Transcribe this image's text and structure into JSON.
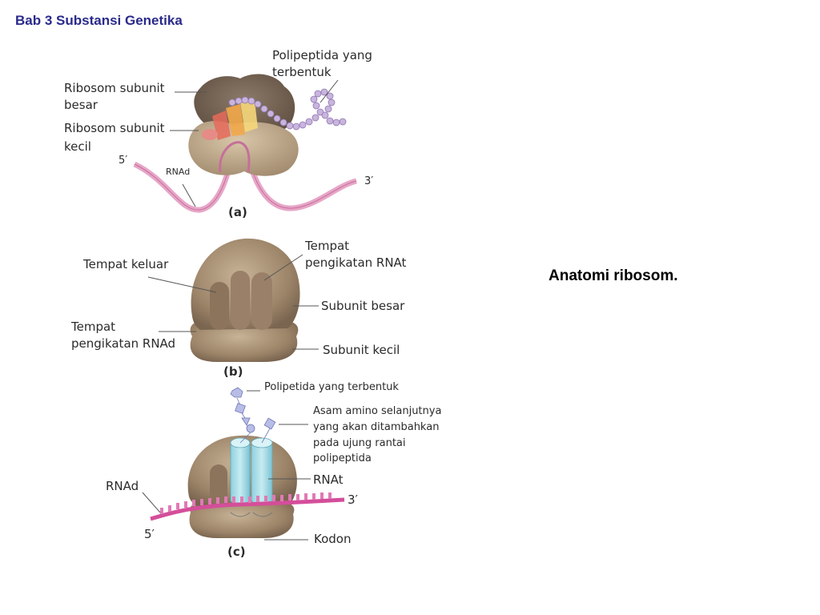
{
  "slide": {
    "header": "Bab 3 Substansi Genetika",
    "caption": "Anatomi ribosom."
  },
  "panel_a": {
    "tag": "(a)",
    "label_large_1": "Ribosom subunit",
    "label_large_2": "besar",
    "label_small_1": "Ribosom subunit",
    "label_small_2": "kecil",
    "label_poly_1": "Polipeptida yang",
    "label_poly_2": "terbentuk",
    "label_5prime": "5′",
    "label_3prime": "3′",
    "label_mrna": "RNAd"
  },
  "panel_b": {
    "tag": "(b)",
    "label_exit": "Tempat keluar",
    "label_trna_site_1": "Tempat",
    "label_trna_site_2": "pengikatan RNAt",
    "label_large": "Subunit besar",
    "label_mrna_site_1": "Tempat",
    "label_mrna_site_2": "pengikatan RNAd",
    "label_small": "Subunit kecil"
  },
  "panel_c": {
    "tag": "(c)",
    "label_poly": "Polipetida yang terbentuk",
    "label_amino_1": "Asam amino selanjutnya",
    "label_amino_2": "yang akan ditambahkan",
    "label_amino_3": "pada ujung rantai",
    "label_amino_4": "polipeptida",
    "label_trna": "RNAt",
    "label_mrna": "RNAd",
    "label_3prime": "3′",
    "label_5prime": "5′",
    "label_codon": "Kodon"
  }
}
